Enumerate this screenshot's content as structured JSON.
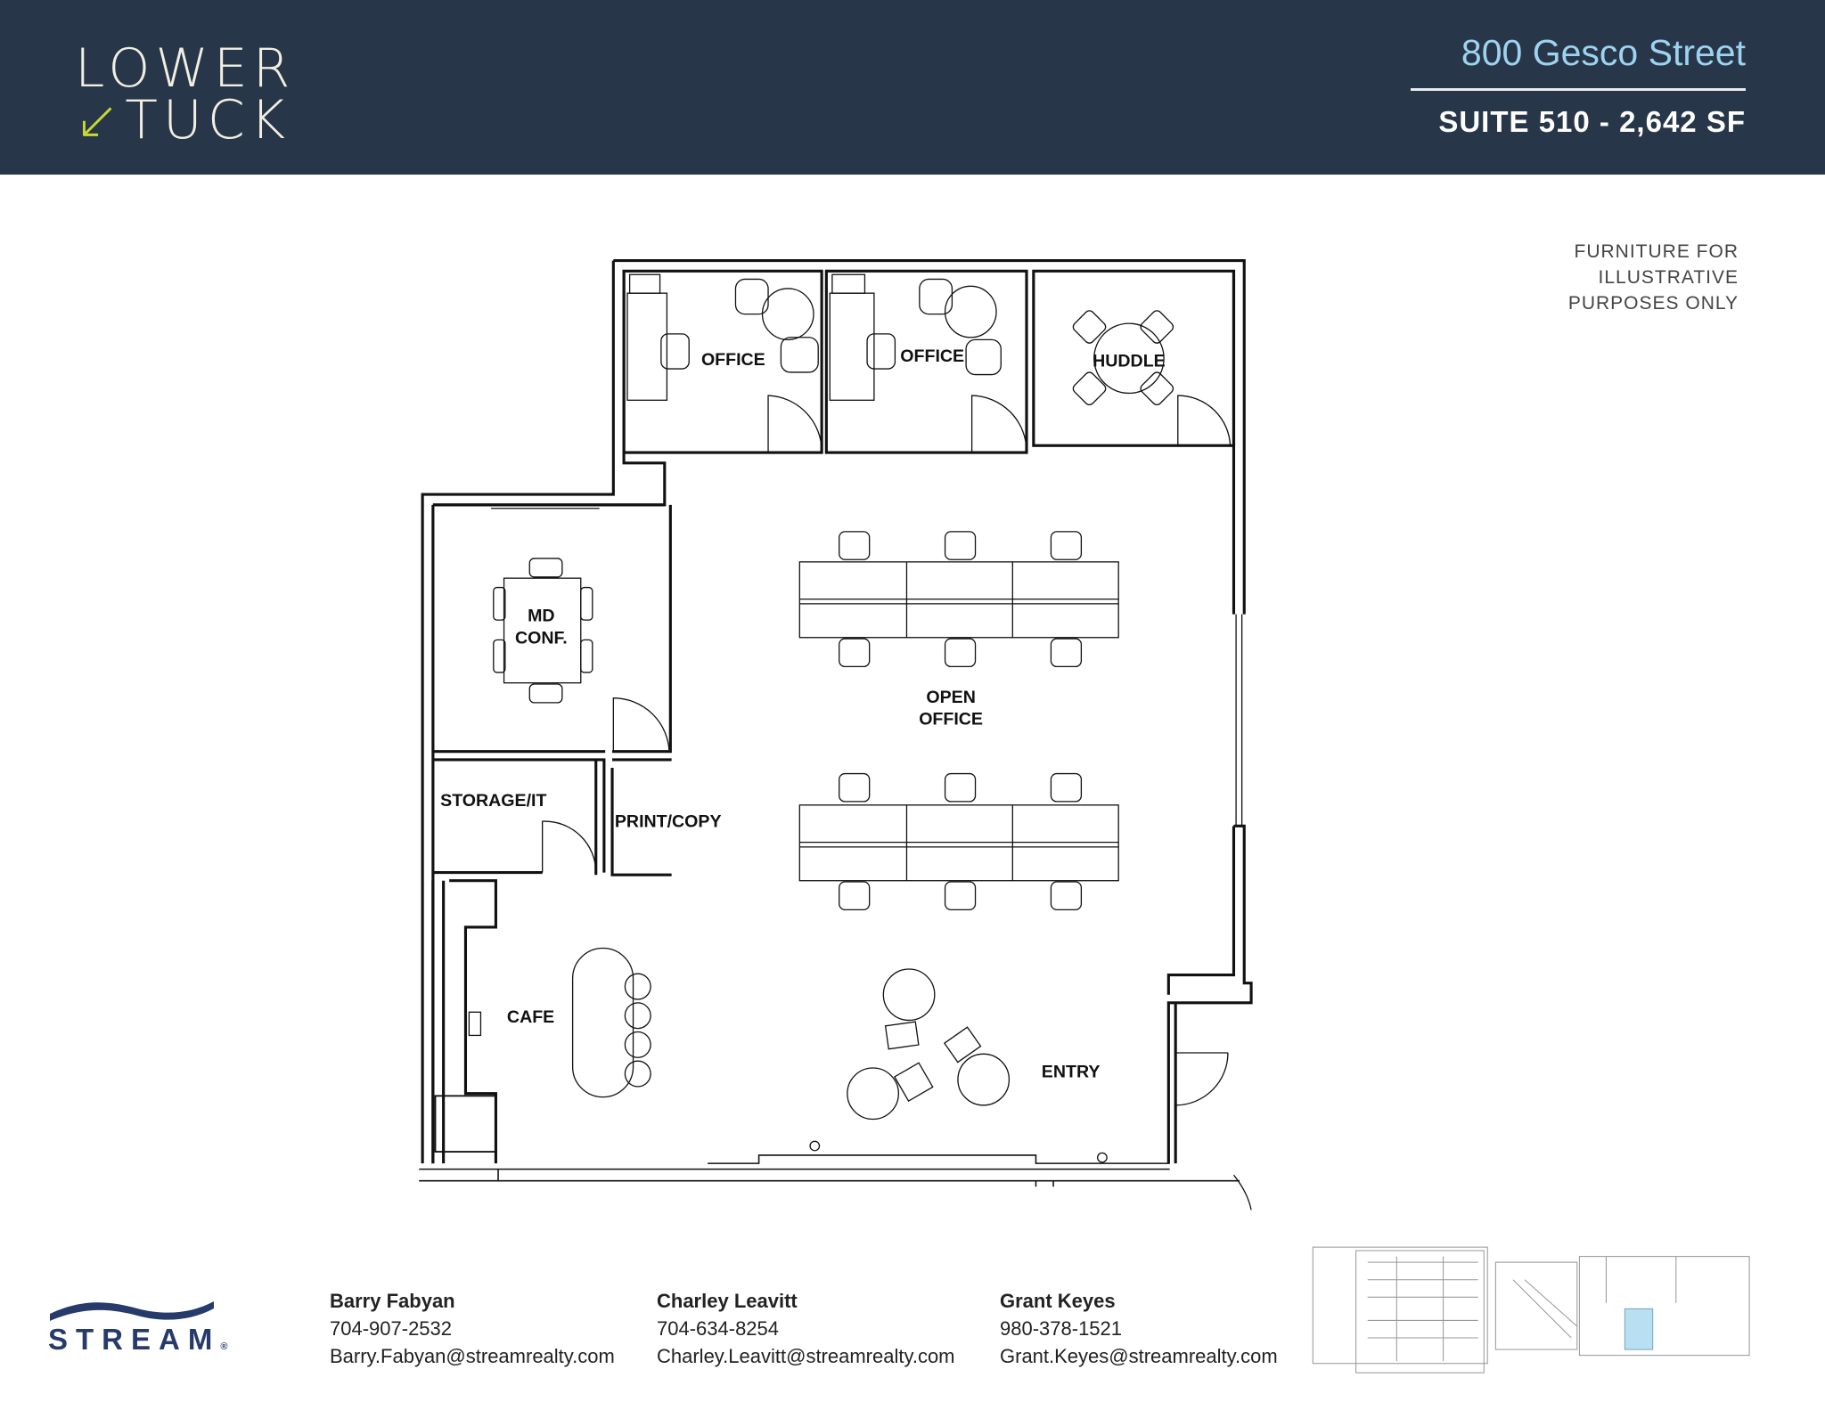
{
  "header": {
    "logo_line1": "LOWER",
    "logo_line2": "TUCK",
    "address": "800 Gesco Street",
    "suite": "SUITE 510 - 2,642 SF",
    "colors": {
      "background": "#273649",
      "address": "#9ed3ef",
      "logo_accent": "#c6d835"
    }
  },
  "note": [
    "FURNITURE FOR",
    "ILLUSTRATIVE",
    "PURPOSES ONLY"
  ],
  "rooms": {
    "office1": "OFFICE",
    "office2": "OFFICE",
    "huddle": "HUDDLE",
    "md_conf_1": "MD",
    "md_conf_2": "CONF.",
    "open_office_1": "OPEN",
    "open_office_2": "OFFICE",
    "storage": "STORAGE/IT",
    "print": "PRINT/COPY",
    "cafe": "CAFE",
    "entry": "ENTRY"
  },
  "footer": {
    "brand": "STREAM",
    "contacts": [
      {
        "name": "Barry Fabyan",
        "phone": "704-907-2532",
        "email": "Barry.Fabyan@streamrealty.com"
      },
      {
        "name": "Charley Leavitt",
        "phone": "704-634-8254",
        "email": "Charley.Leavitt@streamrealty.com"
      },
      {
        "name": "Grant Keyes",
        "phone": "980-378-1521",
        "email": "Grant.Keyes@streamrealty.com"
      }
    ],
    "keyplan_highlight_color": "#b9dff2"
  }
}
